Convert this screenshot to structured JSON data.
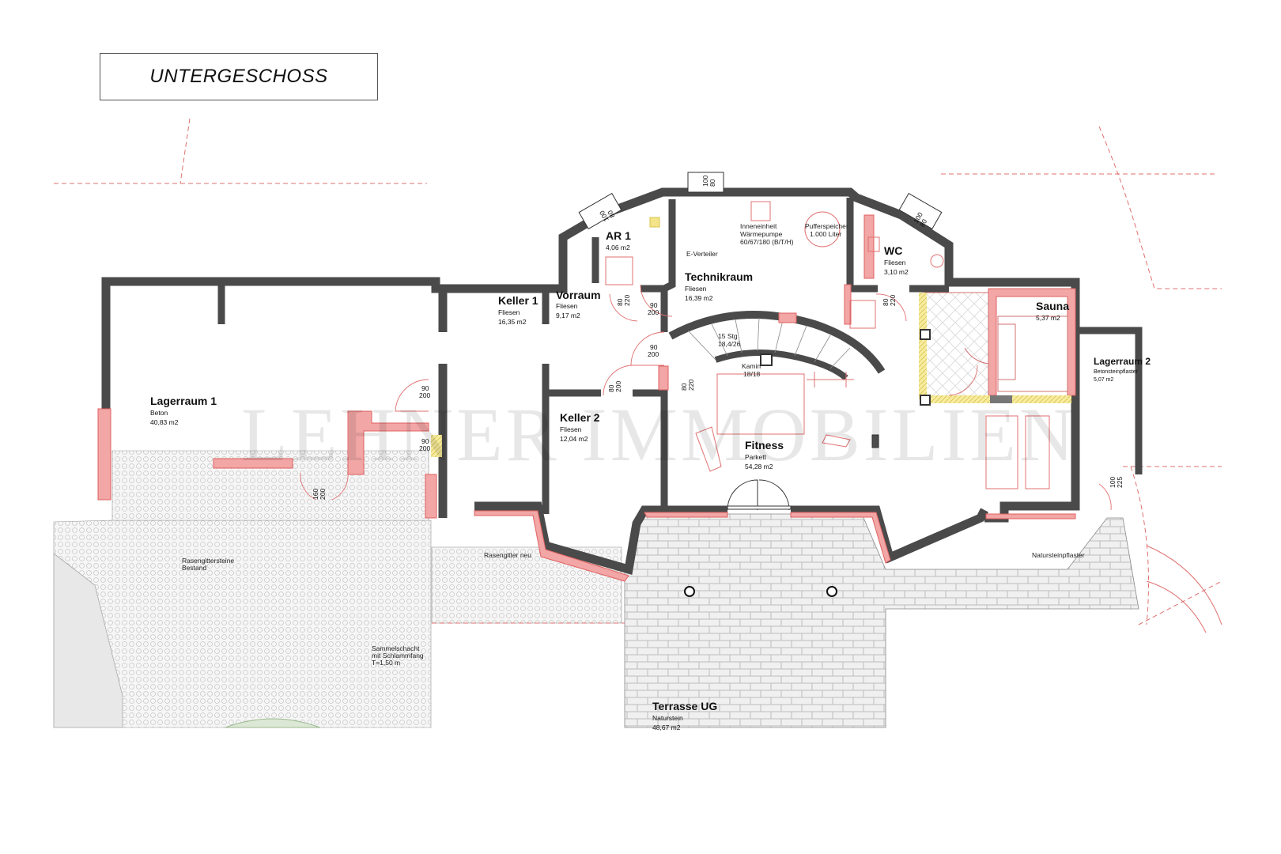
{
  "title": "UNTERGESCHOSS",
  "watermark": "LEHNER IMMOBILIEN",
  "colors": {
    "wall": "#4a4a4a",
    "wall_fill": "#d0d0d0",
    "new_wall": "#f2a6a6",
    "new_wall_line": "#e06060",
    "insulation": "#f3e48a",
    "paving": "#ececec",
    "grass_pavers": "#f2f2f2",
    "plot_line": "#e07070"
  },
  "rooms": [
    {
      "name": "Lagerraum 1",
      "surface": "Beton",
      "area": "40,83 m2"
    },
    {
      "name": "Keller 1",
      "surface": "Fliesen",
      "area": "16,35 m2"
    },
    {
      "name": "Vorraum",
      "surface": "Fliesen",
      "area": "9,17 m2"
    },
    {
      "name": "AR 1",
      "surface": "",
      "area": "4,06 m2"
    },
    {
      "name": "Technikraum",
      "surface": "Fliesen",
      "area": "16,39 m2"
    },
    {
      "name": "WC",
      "surface": "Fliesen",
      "area": "3,10 m2"
    },
    {
      "name": "Sauna",
      "surface": "",
      "area": "5,37 m2"
    },
    {
      "name": "Lagerraum 2",
      "surface": "Betonsteinpflaster",
      "area": "5,07 m2"
    },
    {
      "name": "Keller 2",
      "surface": "Fliesen",
      "area": "12,04 m2"
    },
    {
      "name": "Fitness",
      "surface": "Parkett",
      "area": "54,28 m2"
    },
    {
      "name": "Terrasse UG",
      "surface": "Naturstein",
      "area": "48,67 m2"
    }
  ],
  "doors": [
    {
      "w": "90",
      "h": "200"
    },
    {
      "w": "90",
      "h": "200"
    },
    {
      "w": "160",
      "h": "200"
    },
    {
      "w": "80",
      "h": "220"
    },
    {
      "w": "90",
      "h": "200"
    },
    {
      "w": "90",
      "h": "200"
    },
    {
      "w": "80",
      "h": "200"
    },
    {
      "w": "80",
      "h": "220"
    },
    {
      "w": "80",
      "h": "220"
    },
    {
      "w": "100",
      "h": "225"
    }
  ],
  "windows": [
    {
      "w": "100",
      "h": "80"
    },
    {
      "w": "100",
      "h": "80"
    },
    {
      "w": "100",
      "h": "80"
    }
  ],
  "labels": {
    "e_verteiler": "E-Verteiler",
    "heat_pump": [
      "Inneneinheit",
      "Wärmepumpe",
      "60/67/180 (B/T/H)"
    ],
    "buffer": [
      "Pufferspeicher",
      "1.000 Liter"
    ],
    "stairs": [
      "15 Stg",
      "18,4/26"
    ],
    "kamin": [
      "Kamin",
      "18/18"
    ],
    "rasengitter_bestand": [
      "Rasengittersteine",
      "Bestand"
    ],
    "rasengitter_neu": "Rasengitter neu",
    "natursteinpflaster": "Natursteinpflaster",
    "sammelschacht": [
      "Sammelschacht",
      "mit Schlammfang",
      "T=1,50 m"
    ]
  }
}
